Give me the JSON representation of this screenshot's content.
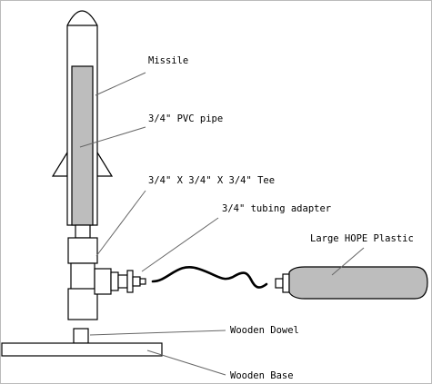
{
  "labels": {
    "missile": "Missile",
    "pvc_pipe": "3/4\" PVC pipe",
    "tee": "3/4\" X 3/4\" X 3/4\" Tee",
    "tubing_adapter": "3/4\" tubing adapter",
    "hope_plastic": "Large HOPE Plastic",
    "dowel": "Wooden Dowel",
    "base": "Wooden Base"
  },
  "colors": {
    "line": "#000000",
    "gray_fill": "#bdbdbd",
    "leader": "#666666",
    "background": "#ffffff"
  }
}
